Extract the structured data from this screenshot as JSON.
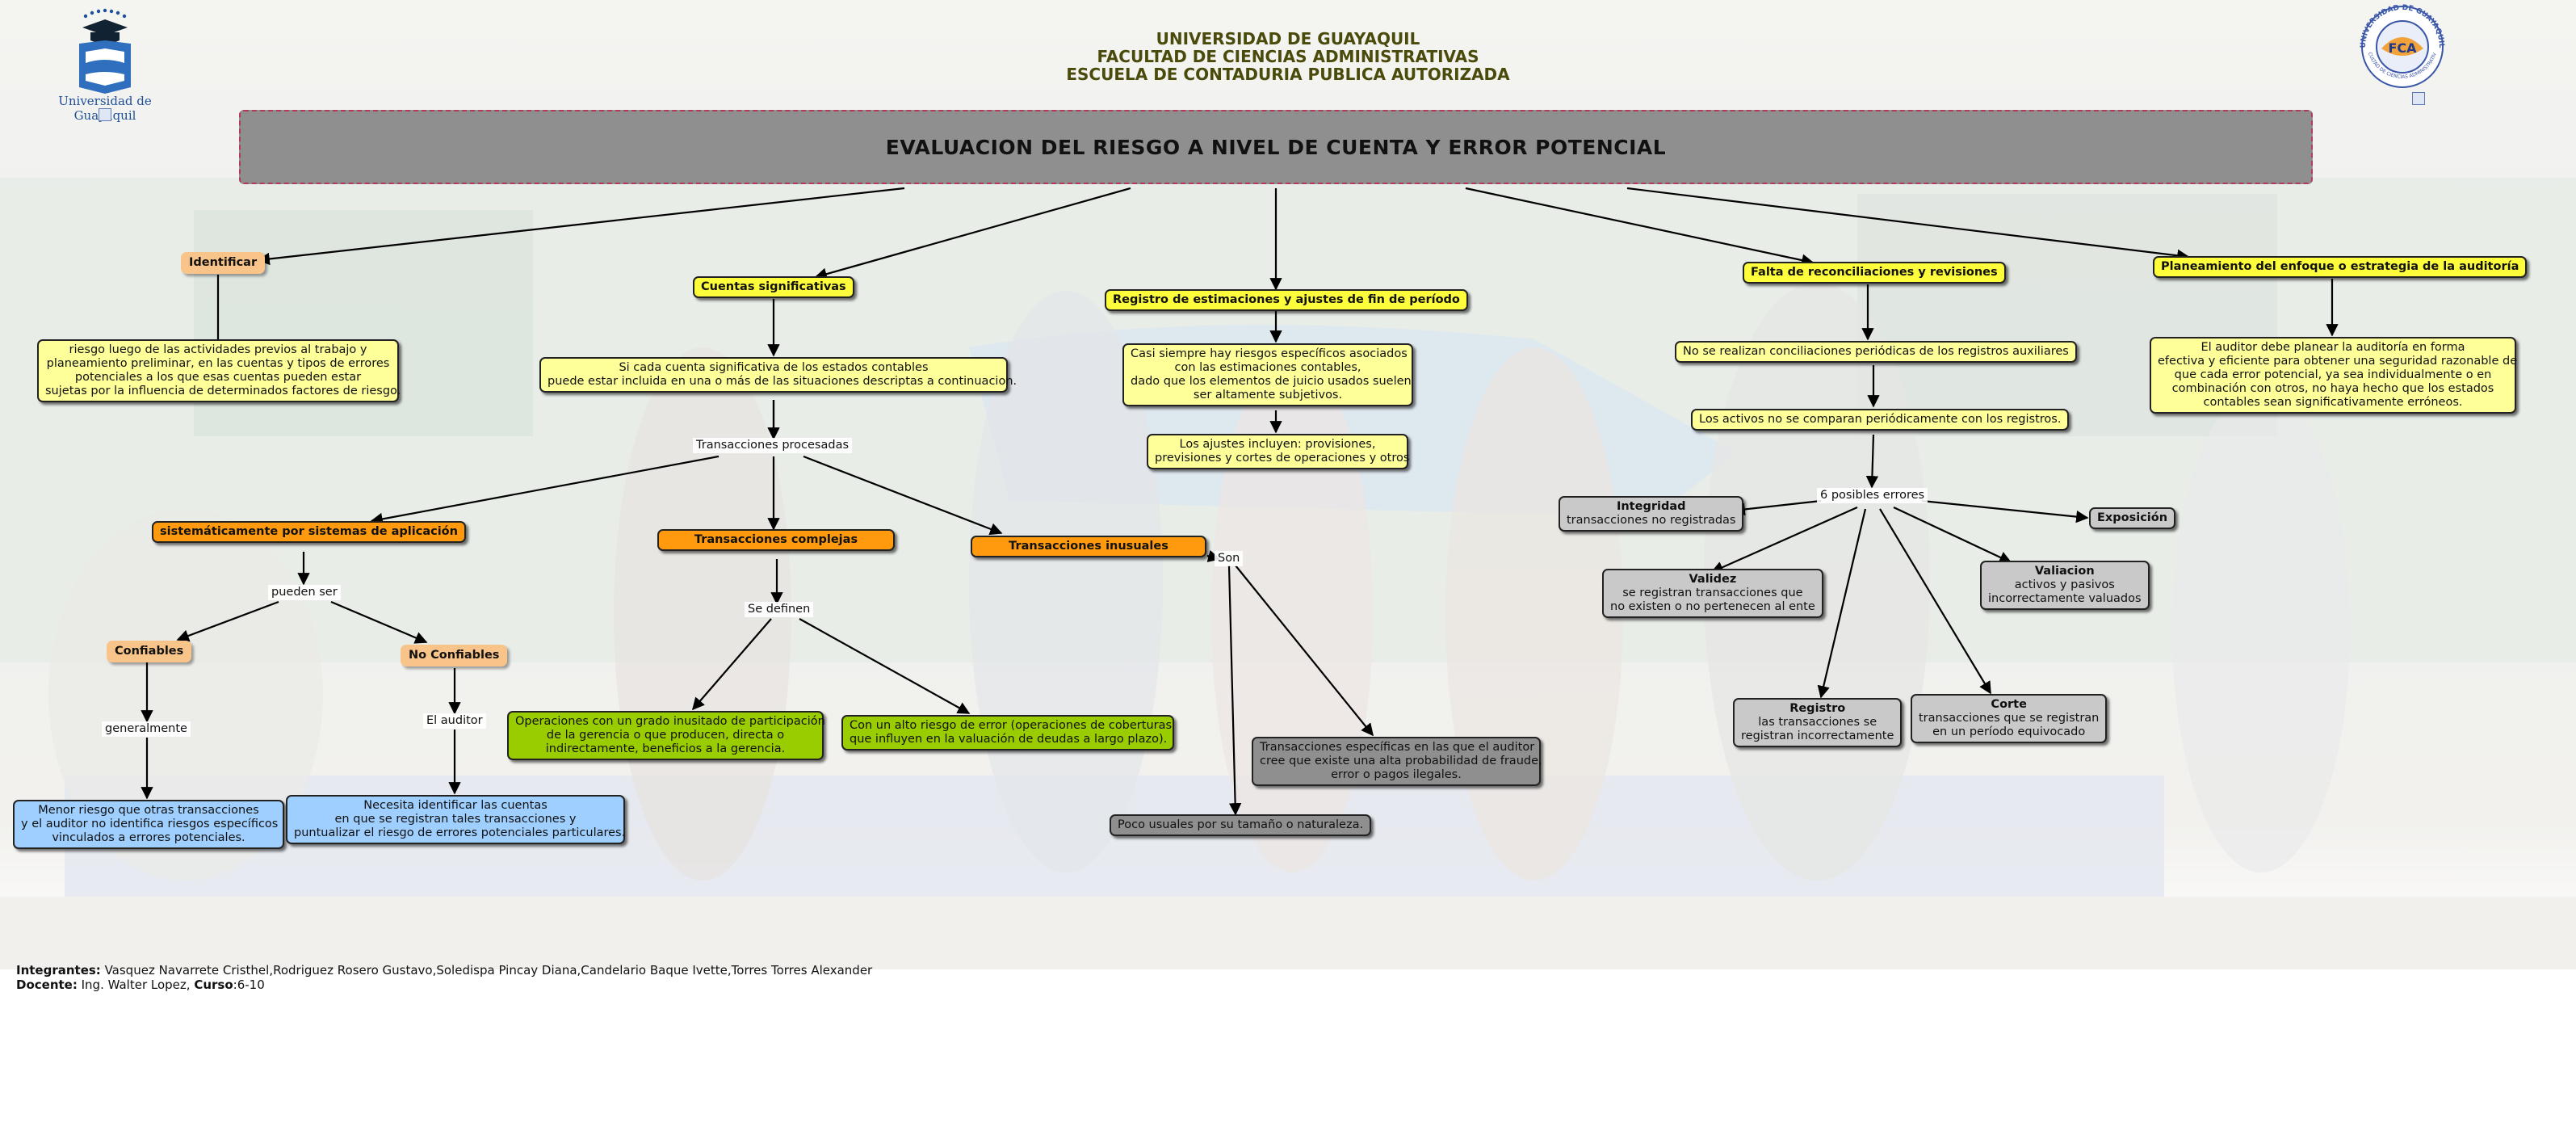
{
  "header": {
    "line1": "UNIVERSIDAD DE GUAYAQUIL",
    "line2": "FACULTAD DE CIENCIAS ADMINISTRATIVAS",
    "line3": "ESCUELA DE CONTADURIA PUBLICA AUTORIZADA",
    "left_logo_text": "Universidad de Guayaquil",
    "right_logo_text": "UNIVERSIDAD DE GUAYAQUIL",
    "right_logo_subtext": "FACULTAD DE CIENCIAS ADMINISTRATIVAS",
    "right_logo_mark": "FCA"
  },
  "title": "EVALUACION  DEL  RIESGO  A NIVEL DE CUENTA Y ERROR POTENCIAL",
  "nodes": {
    "identificar": "Identificar",
    "identificar_desc": [
      "riesgo luego de las actividades previos al trabajo y",
      "planeamiento preliminar, en las cuentas y tipos de errores",
      "potenciales a los que esas cuentas pueden estar",
      "sujetas por la influencia de determinados factores de riesgo."
    ],
    "cuentas": "Cuentas significativas",
    "cuentas_desc": [
      "Si cada cuenta significativa de los estados contables",
      "puede estar incluida en una o más de las situaciones descriptas a continuacion."
    ],
    "trans_procesadas": "Transacciones procesadas",
    "sistematicamente": "sistemáticamente por sistemas de aplicación",
    "pueden_ser": "pueden ser",
    "confiables": "Confiables",
    "no_confiables": "No Confiables",
    "generalmente": "generalmente",
    "el_auditor": "El auditor",
    "menor_riesgo": [
      "Menor riesgo que otras transacciones",
      "y el auditor no identifica riesgos específicos",
      "vinculados a errores potenciales."
    ],
    "necesita": [
      "Necesita identificar las cuentas",
      "en que se registran tales transacciones y",
      "puntualizar el riesgo de errores potenciales particulares."
    ],
    "complejas": "Transacciones complejas",
    "se_definen": "Se definen",
    "operaciones": [
      "Operaciones con un grado inusitado de participación",
      "de la gerencia o que producen, directa o",
      "indirectamente, beneficios a la gerencia."
    ],
    "alto_riesgo": [
      "Con un alto riesgo de error (operaciones de coberturas",
      "que influyen en la valuación de deudas a largo plazo)."
    ],
    "inusuales": "Transacciones inusuales",
    "son": "Son",
    "especificas": [
      "Transacciones específicas en las que el auditor",
      "cree que existe una alta probabilidad de fraude,",
      "error o pagos ilegales."
    ],
    "poco_usuales": "Poco usuales por su tamaño o naturaleza.",
    "registro_est": "Registro de estimaciones y ajustes de fin de período",
    "casi_siempre": [
      "Casi siempre hay riesgos específicos asociados",
      "con las estimaciones contables,",
      "dado que los elementos de juicio usados suelen",
      "ser altamente subjetivos."
    ],
    "ajustes": [
      "Los ajustes incluyen: provisiones,",
      "previsiones y cortes de operaciones y otros"
    ],
    "falta": "Falta de reconciliaciones y revisiones",
    "no_realizan": "No se realizan conciliaciones periódicas de los registros auxiliares",
    "activos_no": "Los activos no se comparan periódicamente con los registros.",
    "seis_errores": "6 posibles errores",
    "integridad_t": "Integridad",
    "integridad_d": "transacciones no registradas",
    "exposicion": "Exposición",
    "validez_t": "Validez",
    "validez_d": [
      "se registran transacciones que",
      "no existen o no pertenecen al ente"
    ],
    "valiacion_t": "Valiacion",
    "valiacion_d": [
      "activos y pasivos",
      "incorrectamente valuados"
    ],
    "registro_t": "Registro",
    "registro_d": [
      "las transacciones se",
      "registran incorrectamente"
    ],
    "corte_t": "Corte",
    "corte_d": [
      "transacciones que se registran",
      "en un período equivocado"
    ],
    "planeamiento": "Planeamiento del enfoque o estrategia de la auditoría",
    "planeamiento_desc": [
      "El auditor debe planear la auditoría en forma",
      "efectiva y eficiente para obtener una seguridad razonable de",
      "que cada error potencial, ya sea individualmente o en",
      "combinación con otros, no haya hecho que los estados",
      "contables sean significativamente erróneos."
    ]
  },
  "footer": {
    "integrantes_label": "Integrantes:",
    "integrantes": " Vasquez Navarrete Cristhel,Rodriguez Rosero Gustavo,Soledispa Pincay Diana,Candelario Baque Ivette,Torres Torres Alexander",
    "docente_label": "Docente:",
    "docente": " Ing. Walter Lopez, ",
    "curso_label": "Curso",
    "curso": ":6-10"
  },
  "colors": {
    "yellow": "#fdfd3c",
    "light_yellow": "#ffff9a",
    "peach": "#f9c48a",
    "orange": "#ff9a0f",
    "green": "#9acd00",
    "blue": "#9fcfff",
    "gray": "#c9c9c9",
    "dark_gray": "#8f8f8f",
    "title_gray": "#8f8f8f"
  }
}
